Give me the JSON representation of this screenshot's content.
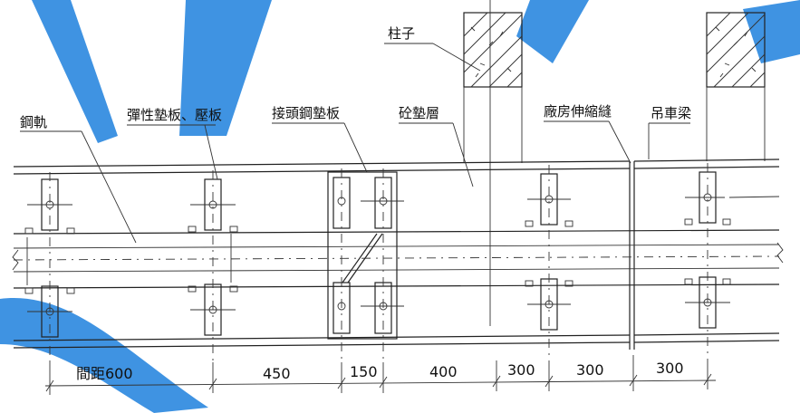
{
  "labels": {
    "rail": "鋼軌",
    "pads": "彈性墊板、壓板",
    "joint_plate": "接頭鋼墊板",
    "concrete_layer": "砼墊層",
    "column": "柱子",
    "expansion_joint": "廠房伸縮縫",
    "crane_beam": "吊車梁"
  },
  "dimensions": {
    "d1": "間距600",
    "d2": "450",
    "d3": "150",
    "d4": "400",
    "d5": "300",
    "d6": "300",
    "d7": "300"
  },
  "colors": {
    "line": "#222222",
    "watermark": "#2f8ae0",
    "background": "#ffffff"
  }
}
